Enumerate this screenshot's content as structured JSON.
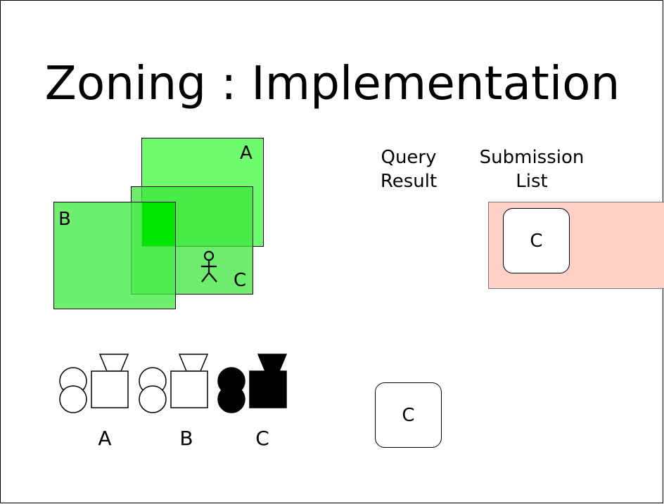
{
  "slide": {
    "title": "Zoning : Implementation"
  },
  "zones": [
    {
      "label": "A",
      "color": "#6efb6e"
    },
    {
      "label": "B",
      "color": "#6efb6e"
    },
    {
      "label": "C",
      "color": "#6efb6e"
    }
  ],
  "overlap_color": "#00e600",
  "player_icon": "stick-figure-icon",
  "cameras": [
    {
      "label": "A",
      "icon": "movie-camera-icon",
      "style": "outline"
    },
    {
      "label": "B",
      "icon": "movie-camera-icon",
      "style": "outline"
    },
    {
      "label": "C",
      "icon": "movie-camera-icon",
      "style": "filled"
    }
  ],
  "columns": {
    "query_result": "Query\nResult",
    "submission_list": "Submission\nList"
  },
  "query_result_card": "C",
  "submission_list_card": "C",
  "submission_list_color": "#fdd0c8"
}
